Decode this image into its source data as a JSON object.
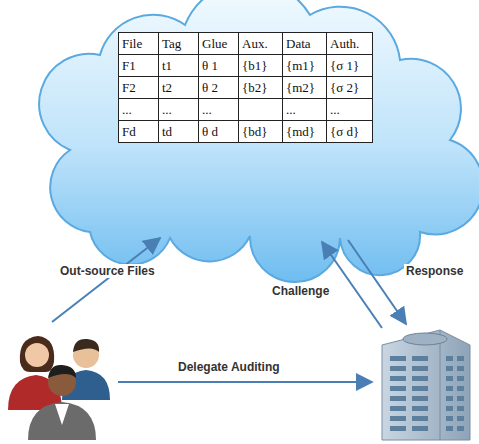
{
  "diagram": {
    "labels": [
      "File",
      "Tag",
      "Glue",
      "Aux.",
      "Data",
      "Auth.",
      "F1",
      "t1",
      "θ 1",
      "{b1}",
      "{m1}",
      "{σ 1}",
      "F2",
      "t2",
      "θ 2",
      "{b2}",
      "{m2}",
      "{σ 2}",
      "...",
      "...",
      "...",
      "...",
      "...",
      "Fd",
      "td",
      "θ d",
      "{bd}",
      "{md}",
      "{σ d}",
      "Out-source Files",
      "Challenge",
      "Response",
      "Delegate Auditing"
    ]
  }
}
